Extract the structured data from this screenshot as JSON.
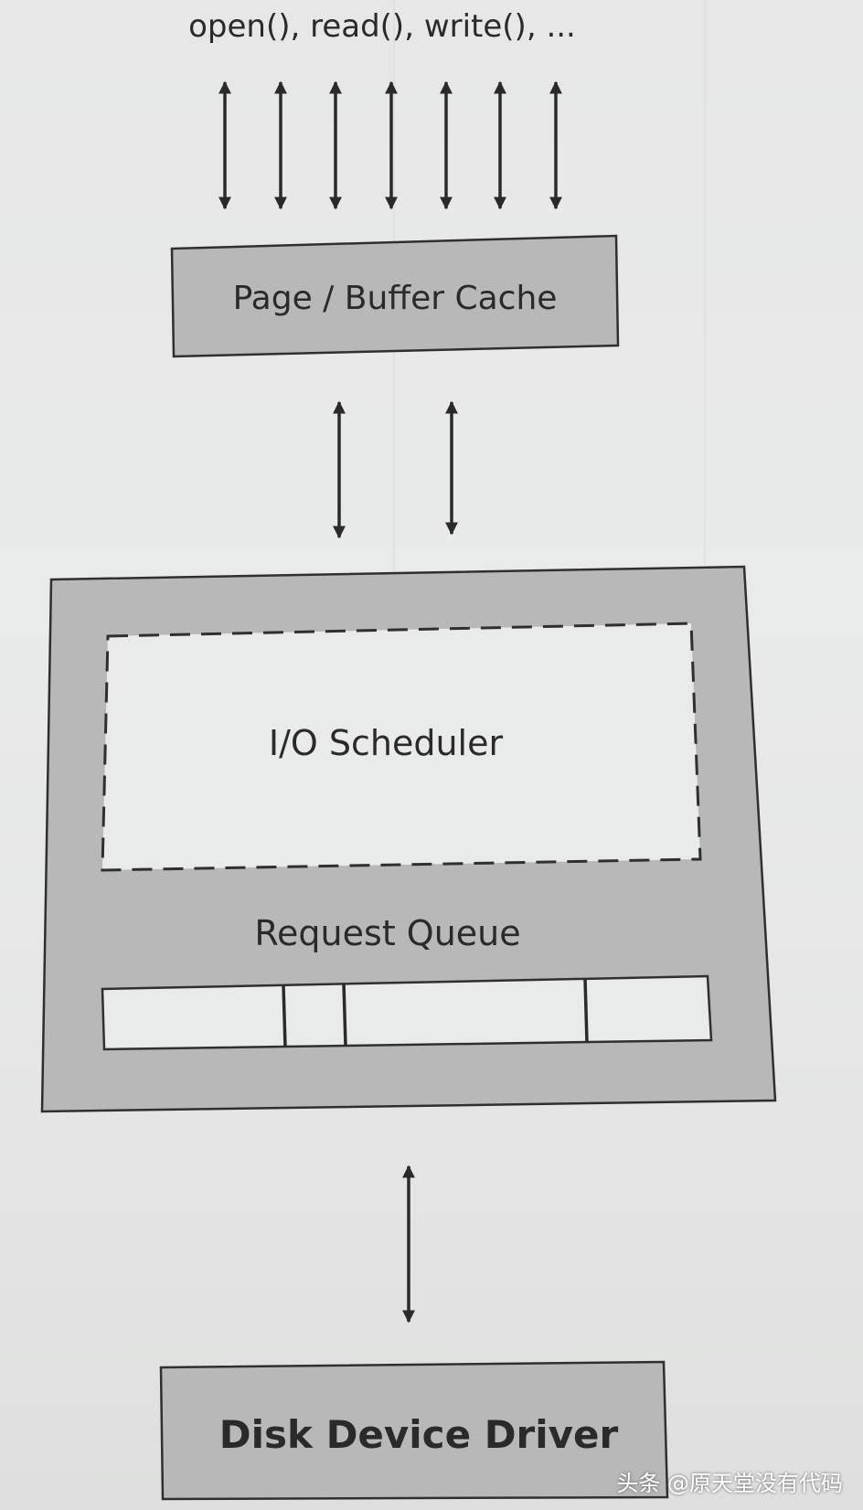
{
  "diagram": {
    "syscalls": "open(), read(), write(), ...",
    "page_cache": "Page / Buffer Cache",
    "io_scheduler": "I/O Scheduler",
    "request_queue": "Request Queue",
    "disk_driver": "Disk Device Driver"
  },
  "watermark": "头条 @原天堂没有代码",
  "colors": {
    "box_fill": "#b7b8b7",
    "inner_fill": "#e9eaea",
    "stroke": "#2f2f2f"
  }
}
